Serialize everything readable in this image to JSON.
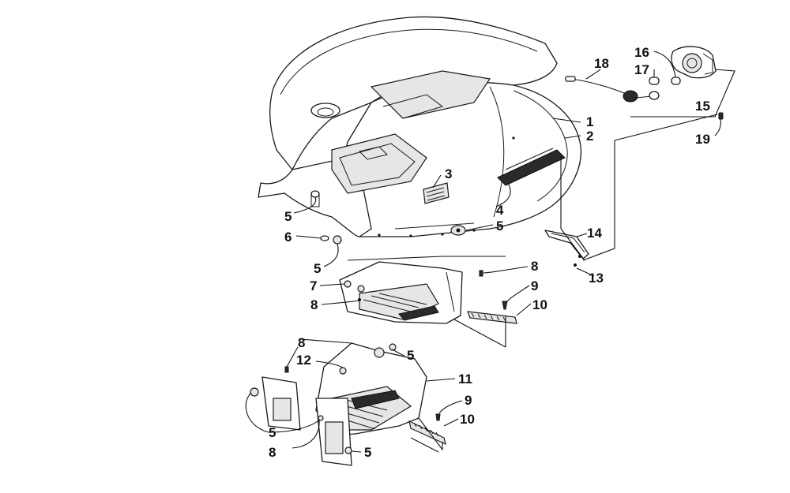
{
  "callouts": {
    "c1": "1",
    "c2": "2",
    "c3": "3",
    "c4": "4",
    "c5a": "5",
    "c5b": "5",
    "c5c": "5",
    "c5d": "5",
    "c5e": "5",
    "c5f": "5",
    "c6": "6",
    "c7": "7",
    "c8a": "8",
    "c8b": "8",
    "c8c": "8",
    "c8d": "8",
    "c9a": "9",
    "c9b": "9",
    "c10a": "10",
    "c10b": "10",
    "c11": "11",
    "c12": "12",
    "c13": "13",
    "c14": "14",
    "c15": "15",
    "c16": "16",
    "c17": "17",
    "c18": "18",
    "c19": "19"
  }
}
